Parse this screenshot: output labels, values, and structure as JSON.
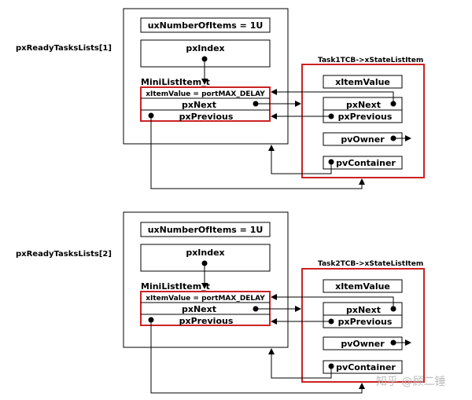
{
  "panels": [
    {
      "list_label": "pxReadyTasksLists[1]",
      "num_items": "uxNumberOfItems = 1U",
      "index": "pxIndex",
      "minilist_label": "MiniListItem_t",
      "mini_value": "xItemValue = portMAX_DELAY",
      "mini_next": "pxNext",
      "mini_prev": "pxPrevious",
      "task_label": "Task1TCB->xStateListItem",
      "item_value": "xItemValue",
      "item_next": "pxNext",
      "item_prev": "pxPrevious",
      "item_owner": "pvOwner",
      "item_container": "pvContainer"
    },
    {
      "list_label": "pxReadyTasksLists[2]",
      "num_items": "uxNumberOfItems = 1U",
      "index": "pxIndex",
      "minilist_label": "MiniListItem_t",
      "mini_value": "xItemValue = portMAX_DELAY",
      "mini_next": "pxNext",
      "mini_prev": "pxPrevious",
      "task_label": "Task2TCB->xStateListItem",
      "item_value": "xItemValue",
      "item_next": "pxNext",
      "item_prev": "pxPrevious",
      "item_owner": "pvOwner",
      "item_container": "pvContainer"
    }
  ],
  "watermark": "知乎 @顾二锤",
  "colors": {
    "highlight": "#cc2222",
    "line": "#000000"
  }
}
